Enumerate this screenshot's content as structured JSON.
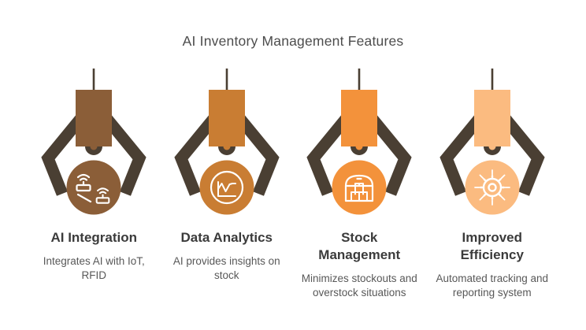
{
  "title": "AI Inventory Management Features",
  "colors": {
    "background": "#ffffff",
    "claw_arm": "#4A3F33",
    "title_text": "#4c4c4c",
    "heading_text": "#3b3b3b",
    "body_text": "#585858",
    "icon_stroke": "#ffffff"
  },
  "features": [
    {
      "title": "AI Integration",
      "description": "Integrates AI with IoT, RFID",
      "color": "#8B5E38",
      "icon": "iot-devices-icon"
    },
    {
      "title": "Data Analytics",
      "description": "AI provides insights on stock",
      "color": "#C97D33",
      "icon": "line-chart-icon"
    },
    {
      "title": "Stock Management",
      "description": "Minimizes stockouts and overstock situations",
      "color": "#F3923B",
      "icon": "warehouse-icon"
    },
    {
      "title": "Improved Efficiency",
      "description": "Automated tracking and reporting system",
      "color": "#FBBB80",
      "icon": "gear-icon"
    }
  ]
}
